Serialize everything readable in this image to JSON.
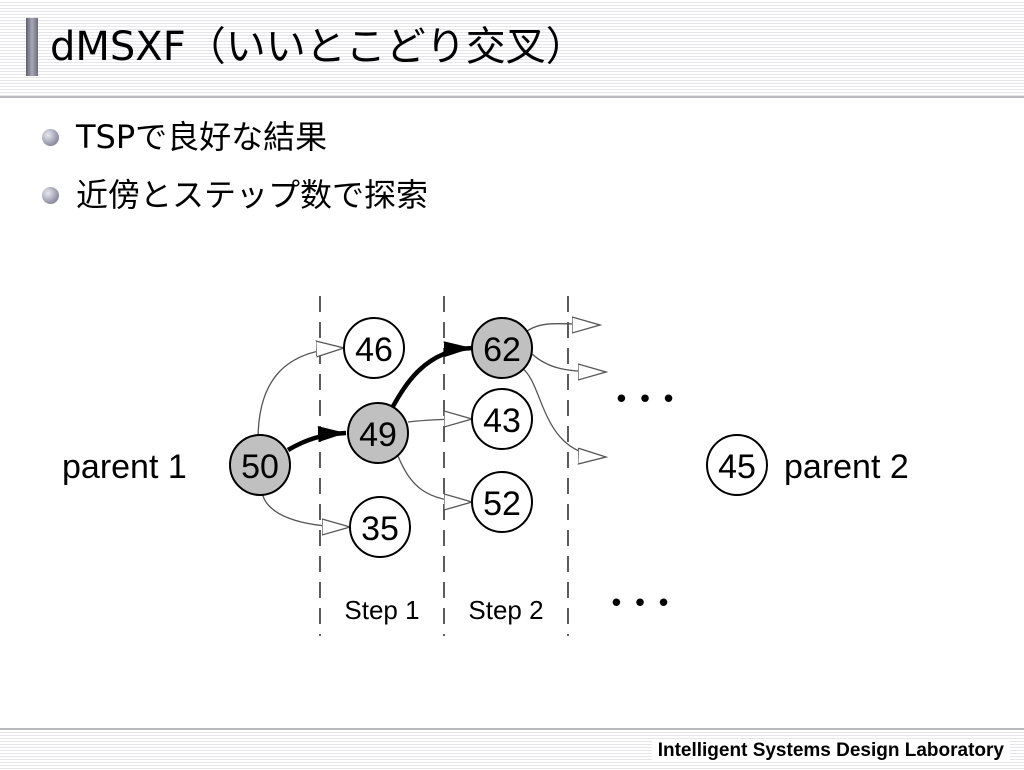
{
  "slide": {
    "title": "dMSXF（いいとこどり交叉）",
    "bullets": [
      "TSPで良好な結果",
      "近傍とステップ数で探索"
    ],
    "footer": "Intelligent Systems Design Laboratory"
  },
  "diagram": {
    "nodes": [
      {
        "id": "n50",
        "label": "50",
        "shaded": true
      },
      {
        "id": "n46",
        "label": "46",
        "shaded": false
      },
      {
        "id": "n49",
        "label": "49",
        "shaded": true
      },
      {
        "id": "n35",
        "label": "35",
        "shaded": false
      },
      {
        "id": "n62",
        "label": "62",
        "shaded": true
      },
      {
        "id": "n43",
        "label": "43",
        "shaded": false
      },
      {
        "id": "n52",
        "label": "52",
        "shaded": false
      },
      {
        "id": "n45",
        "label": "45",
        "shaded": false
      }
    ],
    "parent1_label": "parent 1",
    "parent2_label": "parent 2",
    "step_labels": [
      "Step 1",
      "Step 2"
    ],
    "ellipsis": [
      "• • •",
      "• • •"
    ],
    "colors": {
      "shaded": "#c0c0c0",
      "line": "#555555",
      "arrow": "#000000"
    }
  }
}
